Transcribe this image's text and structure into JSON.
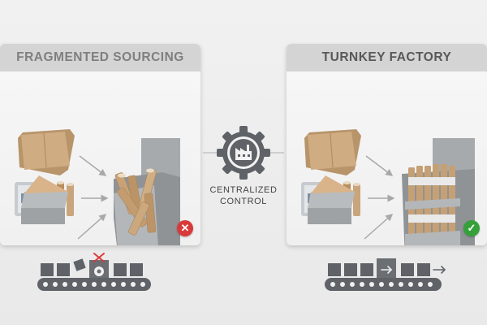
{
  "left_panel": {
    "title": "FRAGMENTED SOURCING",
    "status_icon": "x-icon",
    "status_color": "#d83a3a",
    "status_glyph": "✕"
  },
  "right_panel": {
    "title": "TURNKEY FACTORY",
    "status_icon": "check-icon",
    "status_color": "#36a03a",
    "status_glyph": "✓"
  },
  "center": {
    "icon": "factory-gear-icon",
    "label_line1": "CENTRALIZED",
    "label_line2": "CONTROL"
  },
  "left_conveyor": {
    "icon": "broken-conveyor-icon",
    "alert_icon": "x-icon"
  },
  "right_conveyor": {
    "icon": "smooth-conveyor-icon",
    "flow_icon": "arrow-right-icon"
  },
  "colors": {
    "kraft": "#c9a57c",
    "display_gray": "#a3a6a8",
    "icon_gray": "#5f6368",
    "background": "#ececec"
  }
}
